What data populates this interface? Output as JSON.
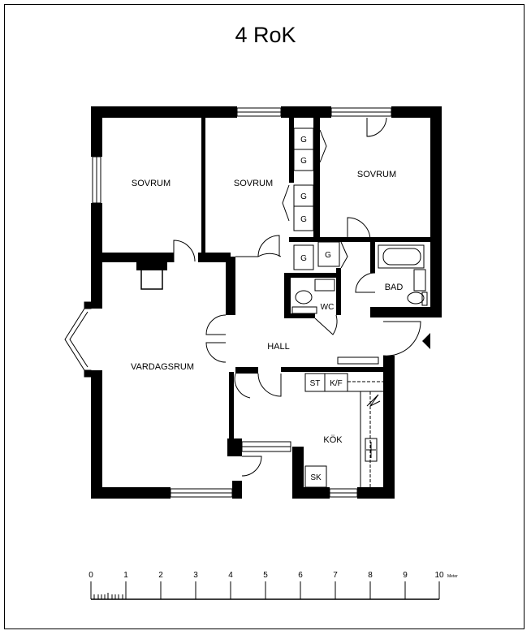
{
  "title": "4 RoK",
  "rooms": {
    "sovrum_left": "SOVRUM",
    "sovrum_mid": "SOVRUM",
    "sovrum_right": "SOVRUM",
    "vardagsrum": "VARDAGSRUM",
    "hall": "HALL",
    "kok": "KÖK",
    "bad": "BAD",
    "wc": "WC"
  },
  "fixtures": {
    "g1": "G",
    "g2": "G",
    "g3": "G",
    "g4": "G",
    "g5": "G",
    "g6": "G",
    "st": "ST",
    "kf": "K/F",
    "sk": "SK"
  },
  "scale": {
    "ticks": [
      "0",
      "1",
      "2",
      "3",
      "4",
      "5",
      "6",
      "7",
      "8",
      "9",
      "10"
    ],
    "unit": "Meter"
  }
}
